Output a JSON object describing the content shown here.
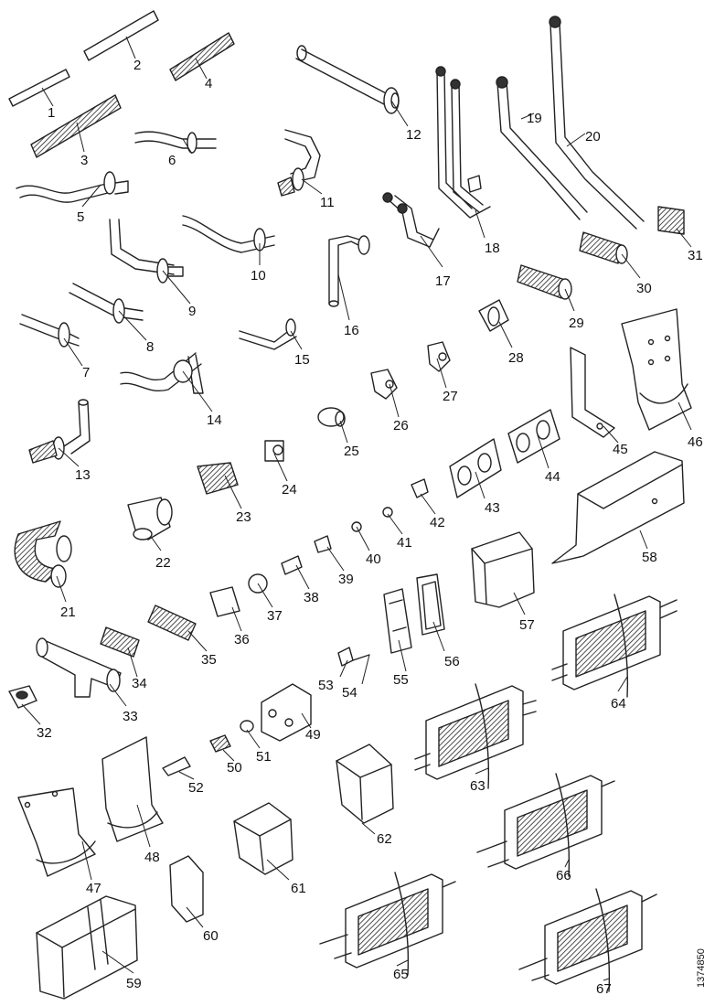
{
  "diagram": {
    "doc_id": "1374850",
    "callouts": [
      "1",
      "2",
      "3",
      "4",
      "5",
      "6",
      "7",
      "8",
      "9",
      "10",
      "11",
      "12",
      "13",
      "14",
      "15",
      "16",
      "17",
      "18",
      "19",
      "20",
      "21",
      "22",
      "23",
      "24",
      "25",
      "26",
      "27",
      "28",
      "29",
      "30",
      "31",
      "32",
      "33",
      "34",
      "35",
      "36",
      "37",
      "38",
      "39",
      "40",
      "41",
      "42",
      "43",
      "44",
      "45",
      "46",
      "47",
      "48",
      "49",
      "50",
      "51",
      "52",
      "53",
      "54",
      "55",
      "56",
      "57",
      "58",
      "59",
      "60",
      "61",
      "62",
      "63",
      "64",
      "65",
      "66",
      "67"
    ]
  }
}
